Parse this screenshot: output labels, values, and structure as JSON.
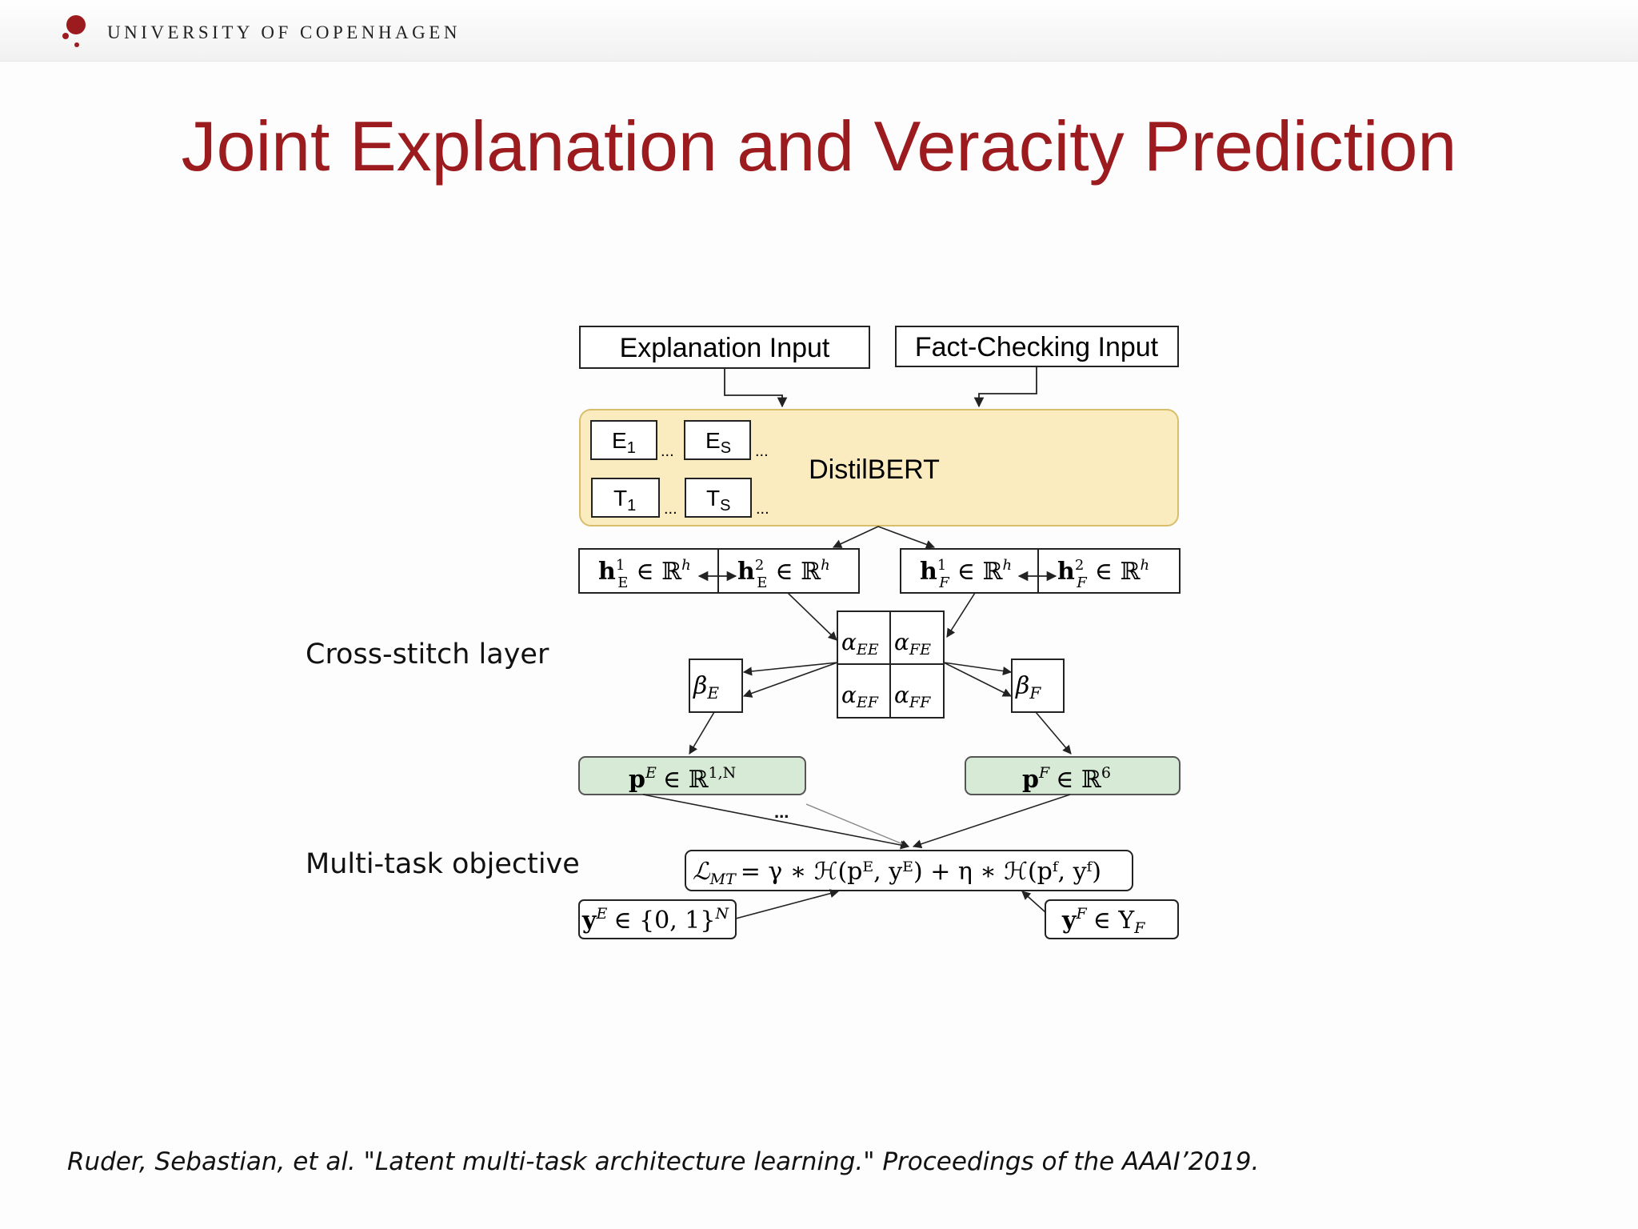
{
  "header": {
    "institution": "UNIVERSITY OF COPENHAGEN",
    "accent_color": "#9b1b1f"
  },
  "slide": {
    "title": "Joint Explanation and Veracity Prediction",
    "labels": {
      "cross_stitch": "Cross-stitch layer",
      "multi_task": "Multi-task objective"
    },
    "citation": "Ruder, Sebastian, et al. \"Latent multi-task architecture learning.\" Proceedings of the AAAI’2019."
  },
  "diagram": {
    "explanation_input": "Explanation Input",
    "fact_checking_input": "Fact-Checking Input",
    "encoder": "DistilBERT",
    "tokens": {
      "e1": "E",
      "e1_sub": "1",
      "es": "E",
      "es_sub": "S",
      "t1": "T",
      "t1_sub": "1",
      "ts": "T",
      "ts_sub": "S",
      "ellipsis": "..."
    },
    "hidden": {
      "h_letter": "h",
      "e_sub": "E",
      "f_sub": "F",
      "sup1": "1",
      "sup2": "2",
      "in_r": "∈ ℝ",
      "h_sup": "h",
      "arrow": "↔"
    },
    "alpha": {
      "alpha": "α",
      "ee": "EE",
      "fe": "FE",
      "ef": "EF",
      "ff": "FF"
    },
    "beta": {
      "beta": "β",
      "e": "E",
      "f": "F"
    },
    "pe": {
      "p": "p",
      "sup": "E",
      "in_r": "∈ ℝ",
      "dim": "1,N"
    },
    "pf": {
      "p": "p",
      "sup": "F",
      "in_r": "∈ ℝ",
      "dim": "6"
    },
    "ellipsis": "...",
    "loss": "ℒ",
    "loss_sub": "MT",
    "loss_rhs": "= γ ∗ ℋ(pᴱ, yᴱ) + η ∗ ℋ(pᶠ, yᶠ)",
    "ye": {
      "y": "y",
      "sup": "E",
      "set": "∈ {0, 1}",
      "dim": "N"
    },
    "yf": {
      "y": "y",
      "sup": "F",
      "set": "∈ Y",
      "sub": "F"
    },
    "colors": {
      "encoder_fill": "#fbecbf",
      "encoder_stroke": "#d8bd6a",
      "pred_fill": "#d7ead6",
      "pred_stroke": "#555555"
    }
  }
}
